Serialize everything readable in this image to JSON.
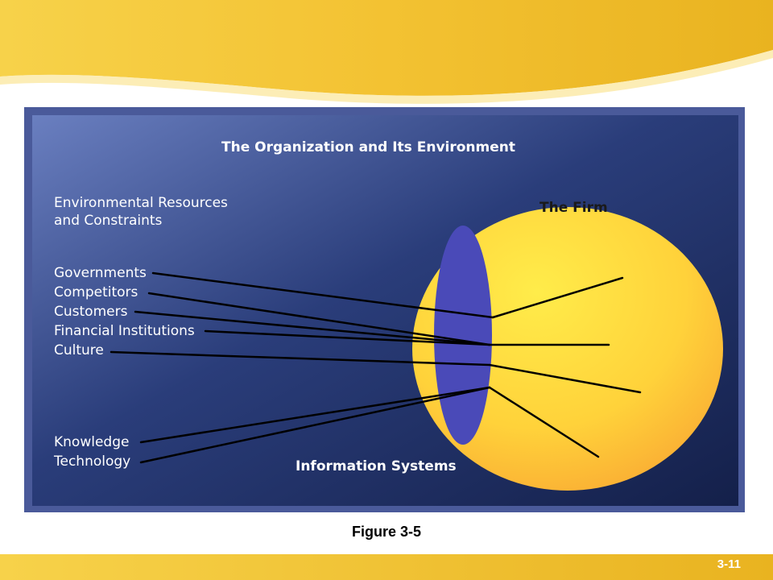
{
  "diagram": {
    "title": "The Organization and Its Environment",
    "resources_heading_line1": "Environmental Resources",
    "resources_heading_line2": "and Constraints",
    "factors": [
      "Governments",
      "Competitors",
      "Customers",
      "Financial Institutions",
      "Culture",
      "Knowledge",
      "Technology"
    ],
    "firm_label": "The Firm",
    "info_systems_label": "Information Systems"
  },
  "slide": {
    "figure_caption": "Figure 3-5",
    "page_number": "3-11"
  },
  "colors": {
    "panel_dark": "#1a2a5a",
    "panel_light": "#6a7fc0",
    "firm_yellow": "#ffe640",
    "firm_orange": "#f9b233",
    "info_systems_blue": "#4a4ab8",
    "banner_gold": "#f3c232"
  }
}
